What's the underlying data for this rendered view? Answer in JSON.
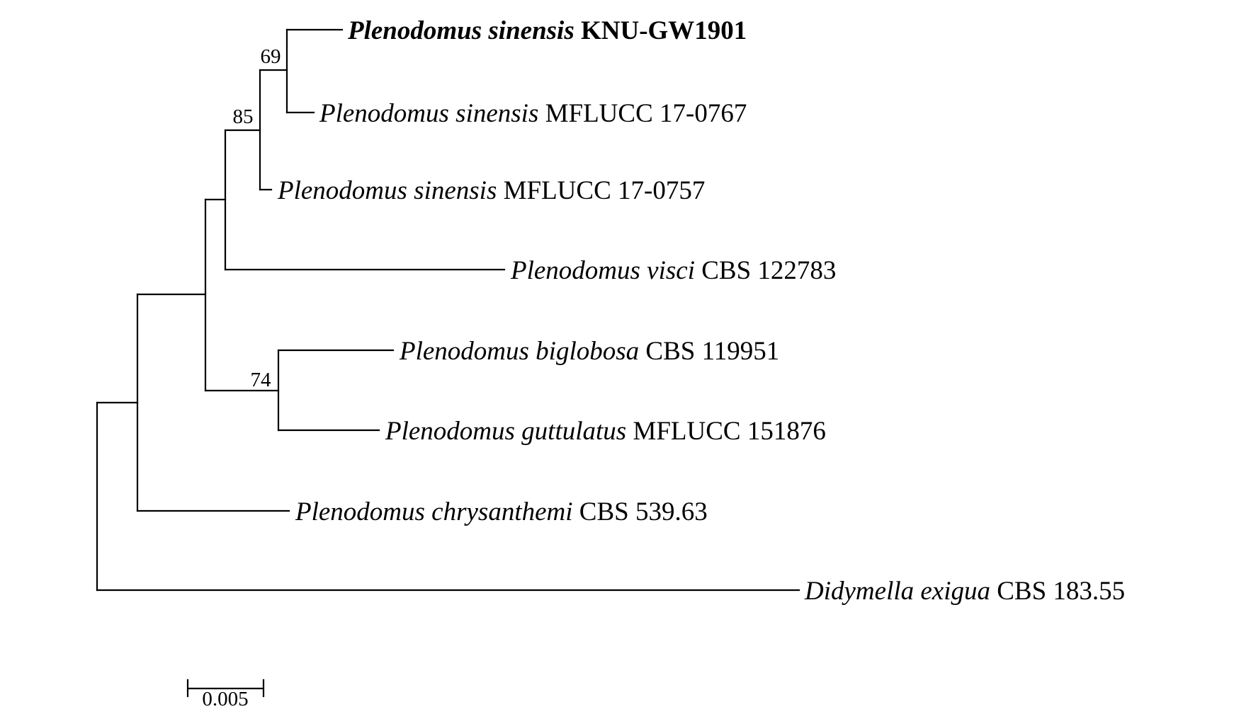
{
  "tree": {
    "taxa": [
      {
        "id": "t1",
        "species": "Plenodomus sinensis",
        "strain": "KNU-GW1901",
        "highlight": true
      },
      {
        "id": "t2",
        "species": "Plenodomus sinensis",
        "strain": "MFLUCC 17-0767",
        "highlight": false
      },
      {
        "id": "t3",
        "species": "Plenodomus sinensis",
        "strain": "MFLUCC 17-0757",
        "highlight": false
      },
      {
        "id": "t4",
        "species": "Plenodomus visci",
        "strain": "CBS 122783",
        "highlight": false
      },
      {
        "id": "t5",
        "species": "Plenodomus biglobosa",
        "strain": "CBS 119951",
        "highlight": false
      },
      {
        "id": "t6",
        "species": "Plenodomus guttulatus",
        "strain": "MFLUCC 151876",
        "highlight": false
      },
      {
        "id": "t7",
        "species": "Plenodomus chrysanthemi",
        "strain": "CBS 539.63",
        "highlight": false
      },
      {
        "id": "t8",
        "species": "Didymella exigua",
        "strain": "CBS 183.55",
        "highlight": false
      }
    ],
    "bootstrap": {
      "n_t1_t2": "69",
      "n_sinensis": "85",
      "n_t5_t6": "74"
    },
    "scale_bar": {
      "label": "0.005"
    }
  }
}
